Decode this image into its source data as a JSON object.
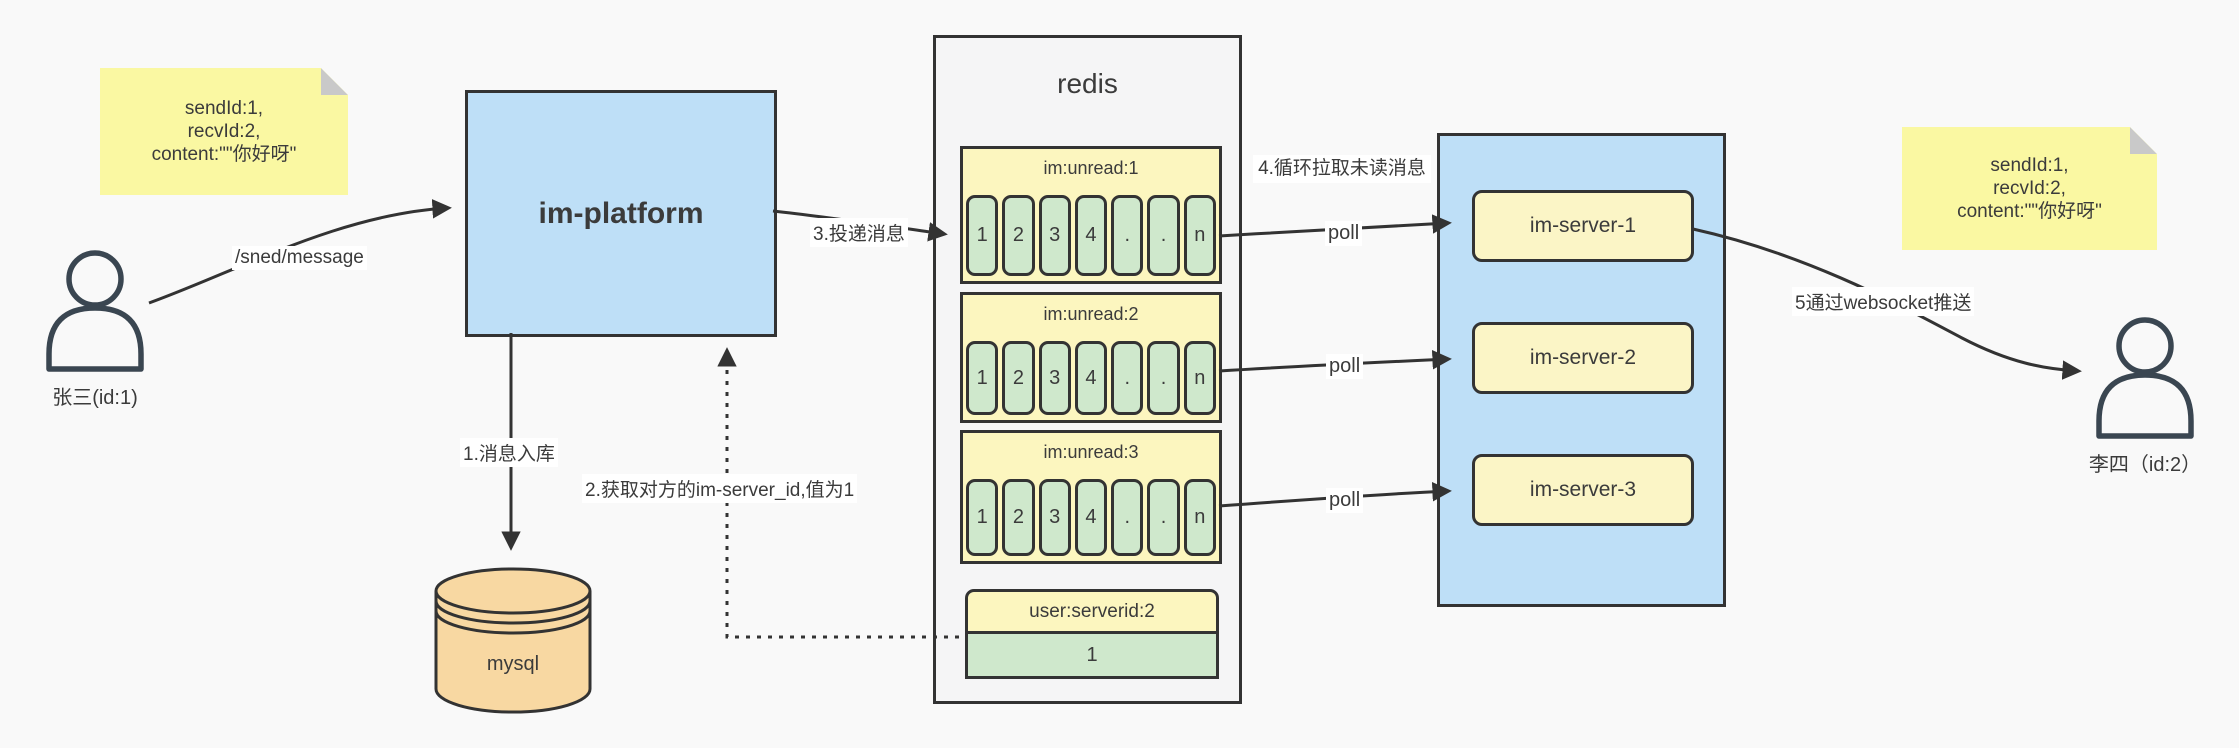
{
  "notes": {
    "left": {
      "line1": "sendId:1,",
      "line2": "recvId:2,",
      "line3": "content:\"\"你好呀\""
    },
    "right": {
      "line1": "sendId:1,",
      "line2": "recvId:2,",
      "line3": "content:\"\"你好呀\""
    }
  },
  "users": {
    "sender": "张三(id:1)",
    "receiver": "李四（id:2）"
  },
  "platform": {
    "label": "im-platform"
  },
  "db": {
    "label": "mysql"
  },
  "redis": {
    "title": "redis",
    "queues": [
      {
        "label": "im:unread:1",
        "cells": [
          "1",
          "2",
          "3",
          "4",
          ".",
          ".",
          "n"
        ]
      },
      {
        "label": "im:unread:2",
        "cells": [
          "1",
          "2",
          "3",
          "4",
          ".",
          ".",
          "n"
        ]
      },
      {
        "label": "im:unread:3",
        "cells": [
          "1",
          "2",
          "3",
          "4",
          ".",
          ".",
          "n"
        ]
      }
    ],
    "kv": {
      "key": "user:serverid:2",
      "value": "1"
    }
  },
  "servers": [
    {
      "label": "im-server-1"
    },
    {
      "label": "im-server-2"
    },
    {
      "label": "im-server-3"
    }
  ],
  "labels": {
    "send_api": "/sned/message",
    "step1": "1.消息入库",
    "step2": "2.获取对方的im-server_id,值为1",
    "step3": "3.投递消息",
    "step4": "4.循环拉取未读消息",
    "step5": "5通过websocket推送",
    "poll": "poll"
  },
  "colors": {
    "accent_blue": "#bedff7",
    "note_yellow": "#faf8a2",
    "queue_yellow": "#fcf6bf",
    "cell_green": "#cfe8cc",
    "db_tan": "#f8d8a2",
    "ink": "#333333"
  }
}
